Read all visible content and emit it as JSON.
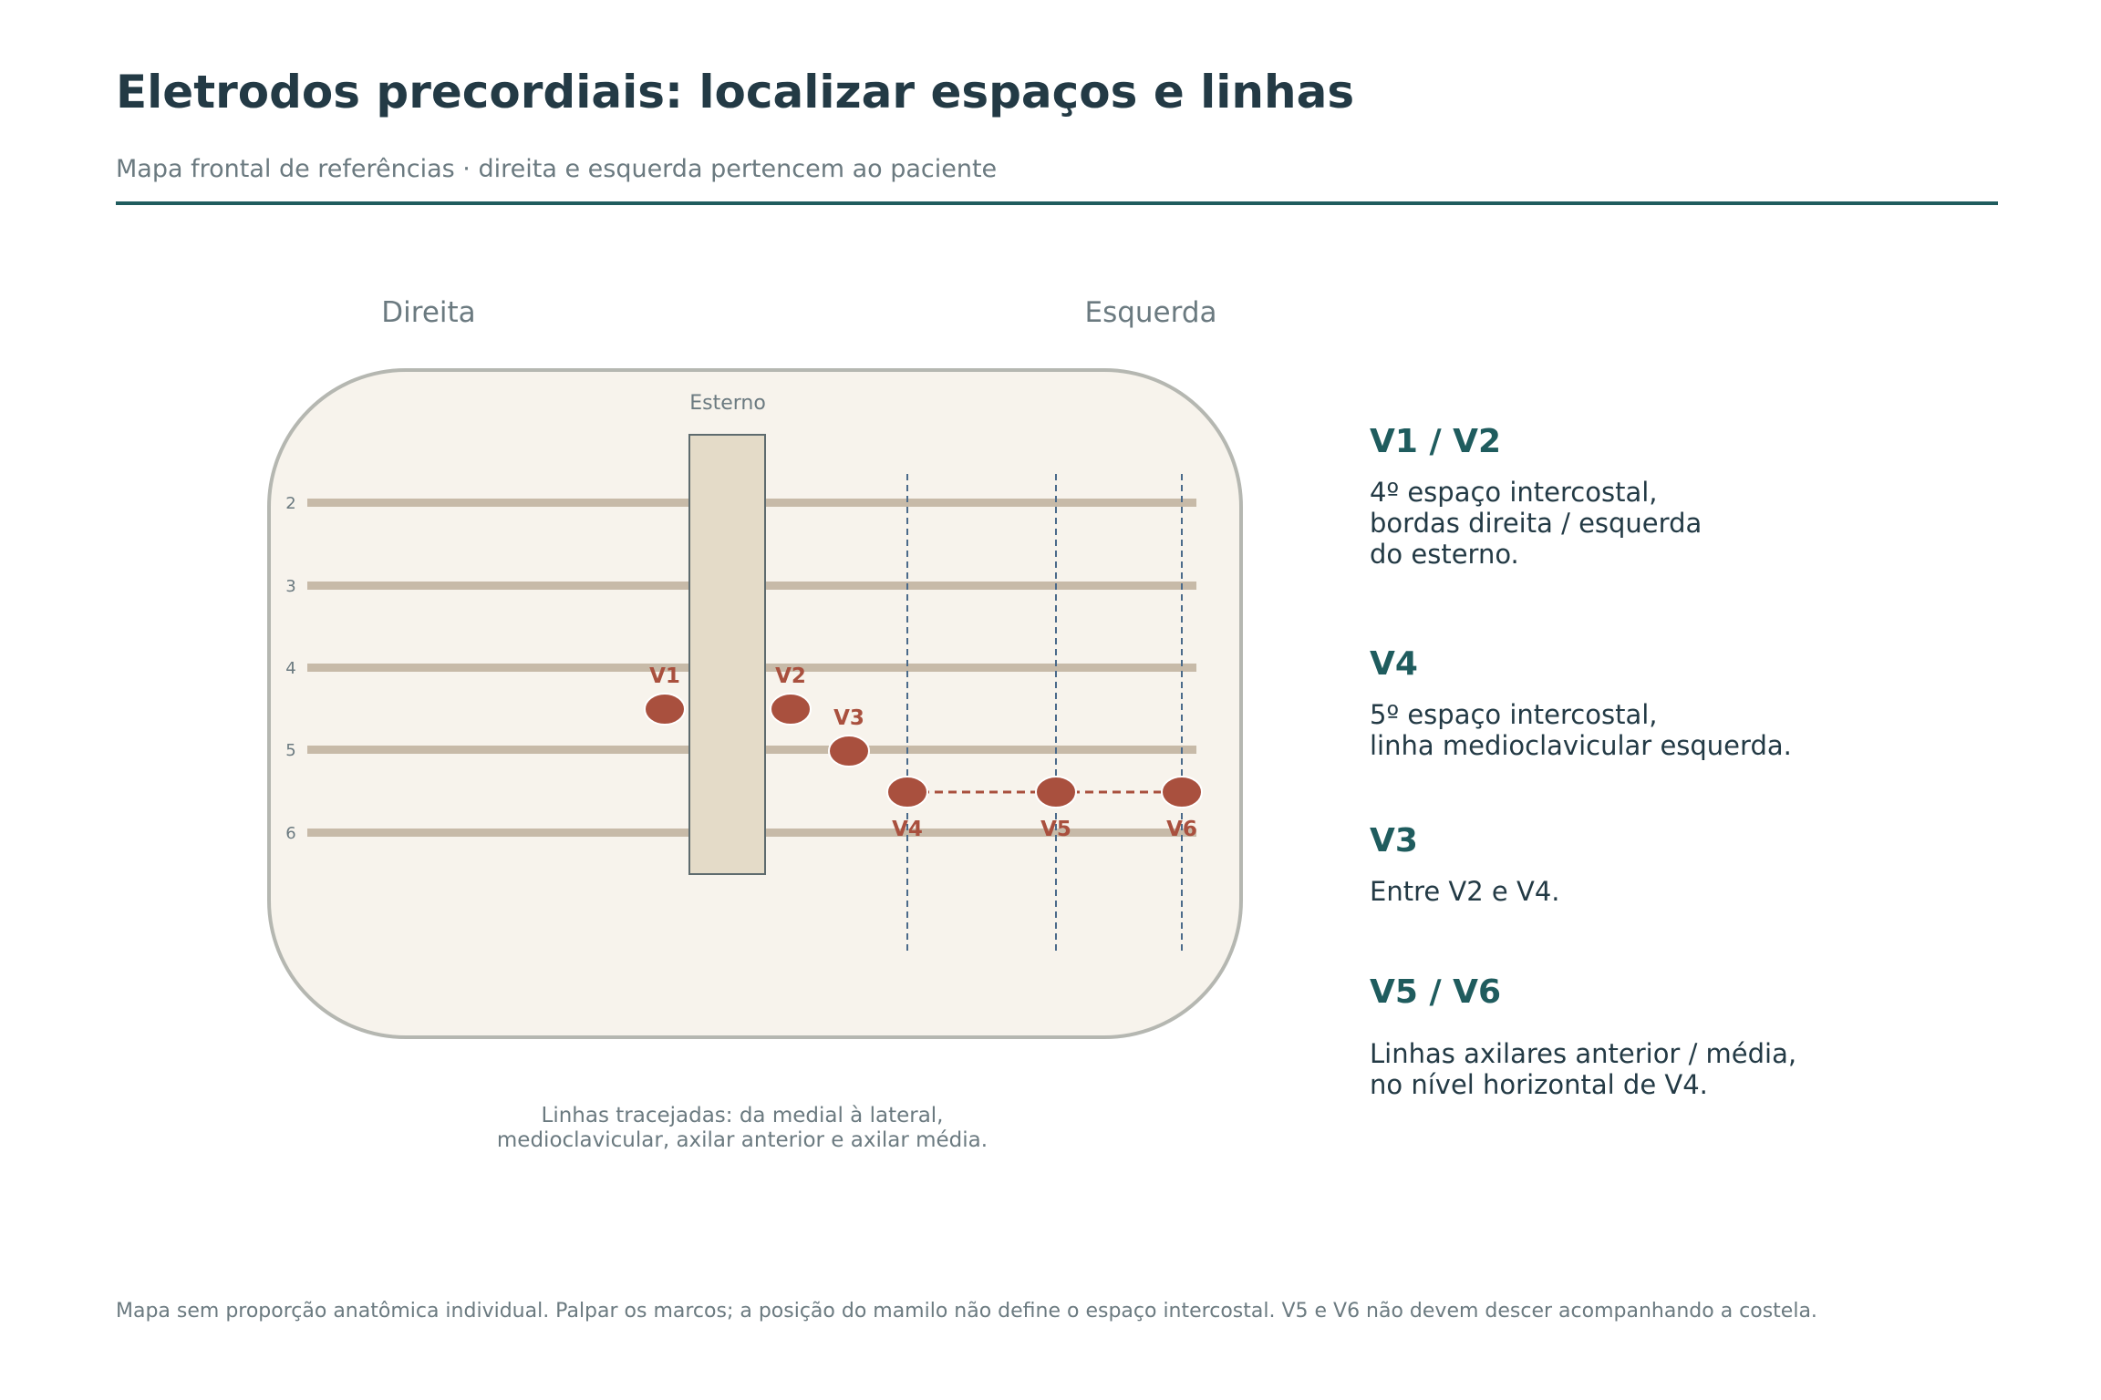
{
  "header": {
    "title": "Eletrodos precordiais: localizar espaços e linhas",
    "subtitle": "Mapa frontal de referências · direita e esquerda pertencem ao paciente"
  },
  "diagram": {
    "side_right": "Direita",
    "side_left": "Esquerda",
    "sternum_label": "Esterno",
    "rib_spaces": [
      "2",
      "3",
      "4",
      "5",
      "6"
    ],
    "electrodes": [
      "V1",
      "V2",
      "V3",
      "V4",
      "V5",
      "V6"
    ],
    "caption_line1": "Linhas tracejadas: da medial à lateral,",
    "caption_line2": "medioclavicular, axilar anterior e axilar média."
  },
  "legend": [
    {
      "heading": "V1 / V2",
      "text": "4º espaço intercostal,\nbordas direita / esquerda\ndo esterno."
    },
    {
      "heading": "V4",
      "text": "5º espaço intercostal,\nlinha medioclavicular esquerda."
    },
    {
      "heading": "V3",
      "text": "Entre V2 e V4."
    },
    {
      "heading": "V5 / V6",
      "text": "Linhas axilares anterior / média,\nno nível horizontal de V4."
    }
  ],
  "footnote": "Mapa sem proporção anatômica individual. Palpar os marcos; a posição do mamilo não define o espaço intercostal. V5 e V6 não devem descer acompanhando a costela.",
  "colors": {
    "title": "#233a45",
    "accent": "#1f5c5e",
    "electrode": "#a9503e",
    "torso_fill": "#f7f3ec",
    "rib": "#c7baa8",
    "sternum": "#e4dbc8",
    "guide_line": "#4a6a8a"
  }
}
